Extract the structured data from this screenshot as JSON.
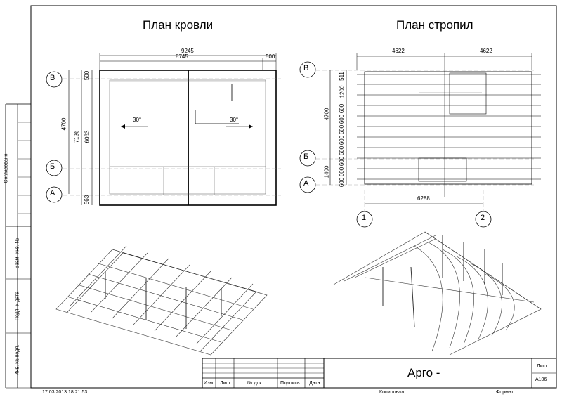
{
  "titles": {
    "roof_plan": "План кровли",
    "rafter_plan": "План стропил"
  },
  "roof_plan": {
    "dims_top": [
      "9245",
      "8745",
      "500"
    ],
    "dims_left_outer": "4700",
    "dims_left_mid": [
      "7126",
      "6063"
    ],
    "dims_left_top": "500",
    "dims_left_bottom": "563",
    "slope_left": "30°",
    "slope_right": "30°",
    "axes": [
      "В",
      "Б",
      "А"
    ]
  },
  "rafter_plan": {
    "dims_top": [
      "4622",
      "4622"
    ],
    "dims_left_outer": "4700",
    "dims_left_lower": "1400",
    "dims_left_inner": [
      "511",
      "1200",
      "600",
      "600",
      "600",
      "600",
      "600",
      "600",
      "600",
      "600"
    ],
    "dim_bottom": "6288",
    "axes": [
      "В",
      "Б",
      "А"
    ],
    "col_axes": [
      "1",
      "2"
    ]
  },
  "sidebar": {
    "agreed": "Согласовано",
    "inv_replace": "Взам. инв. №",
    "sign_date": "Подп. и дата",
    "inv_orig": "Инв. № подл."
  },
  "title_block": {
    "project": "Арго -",
    "sheet_label": "Лист",
    "sheet_code": "А106",
    "cols": [
      "Изм.",
      "Лист",
      "№ док.",
      "Подпись",
      "Дата"
    ]
  },
  "footer": {
    "timestamp": "17.03.2013 18:21:53",
    "copied": "Копировал",
    "format": "Формат"
  },
  "colors": {
    "line": "#000000",
    "thin": "#555555",
    "light": "#999999"
  }
}
